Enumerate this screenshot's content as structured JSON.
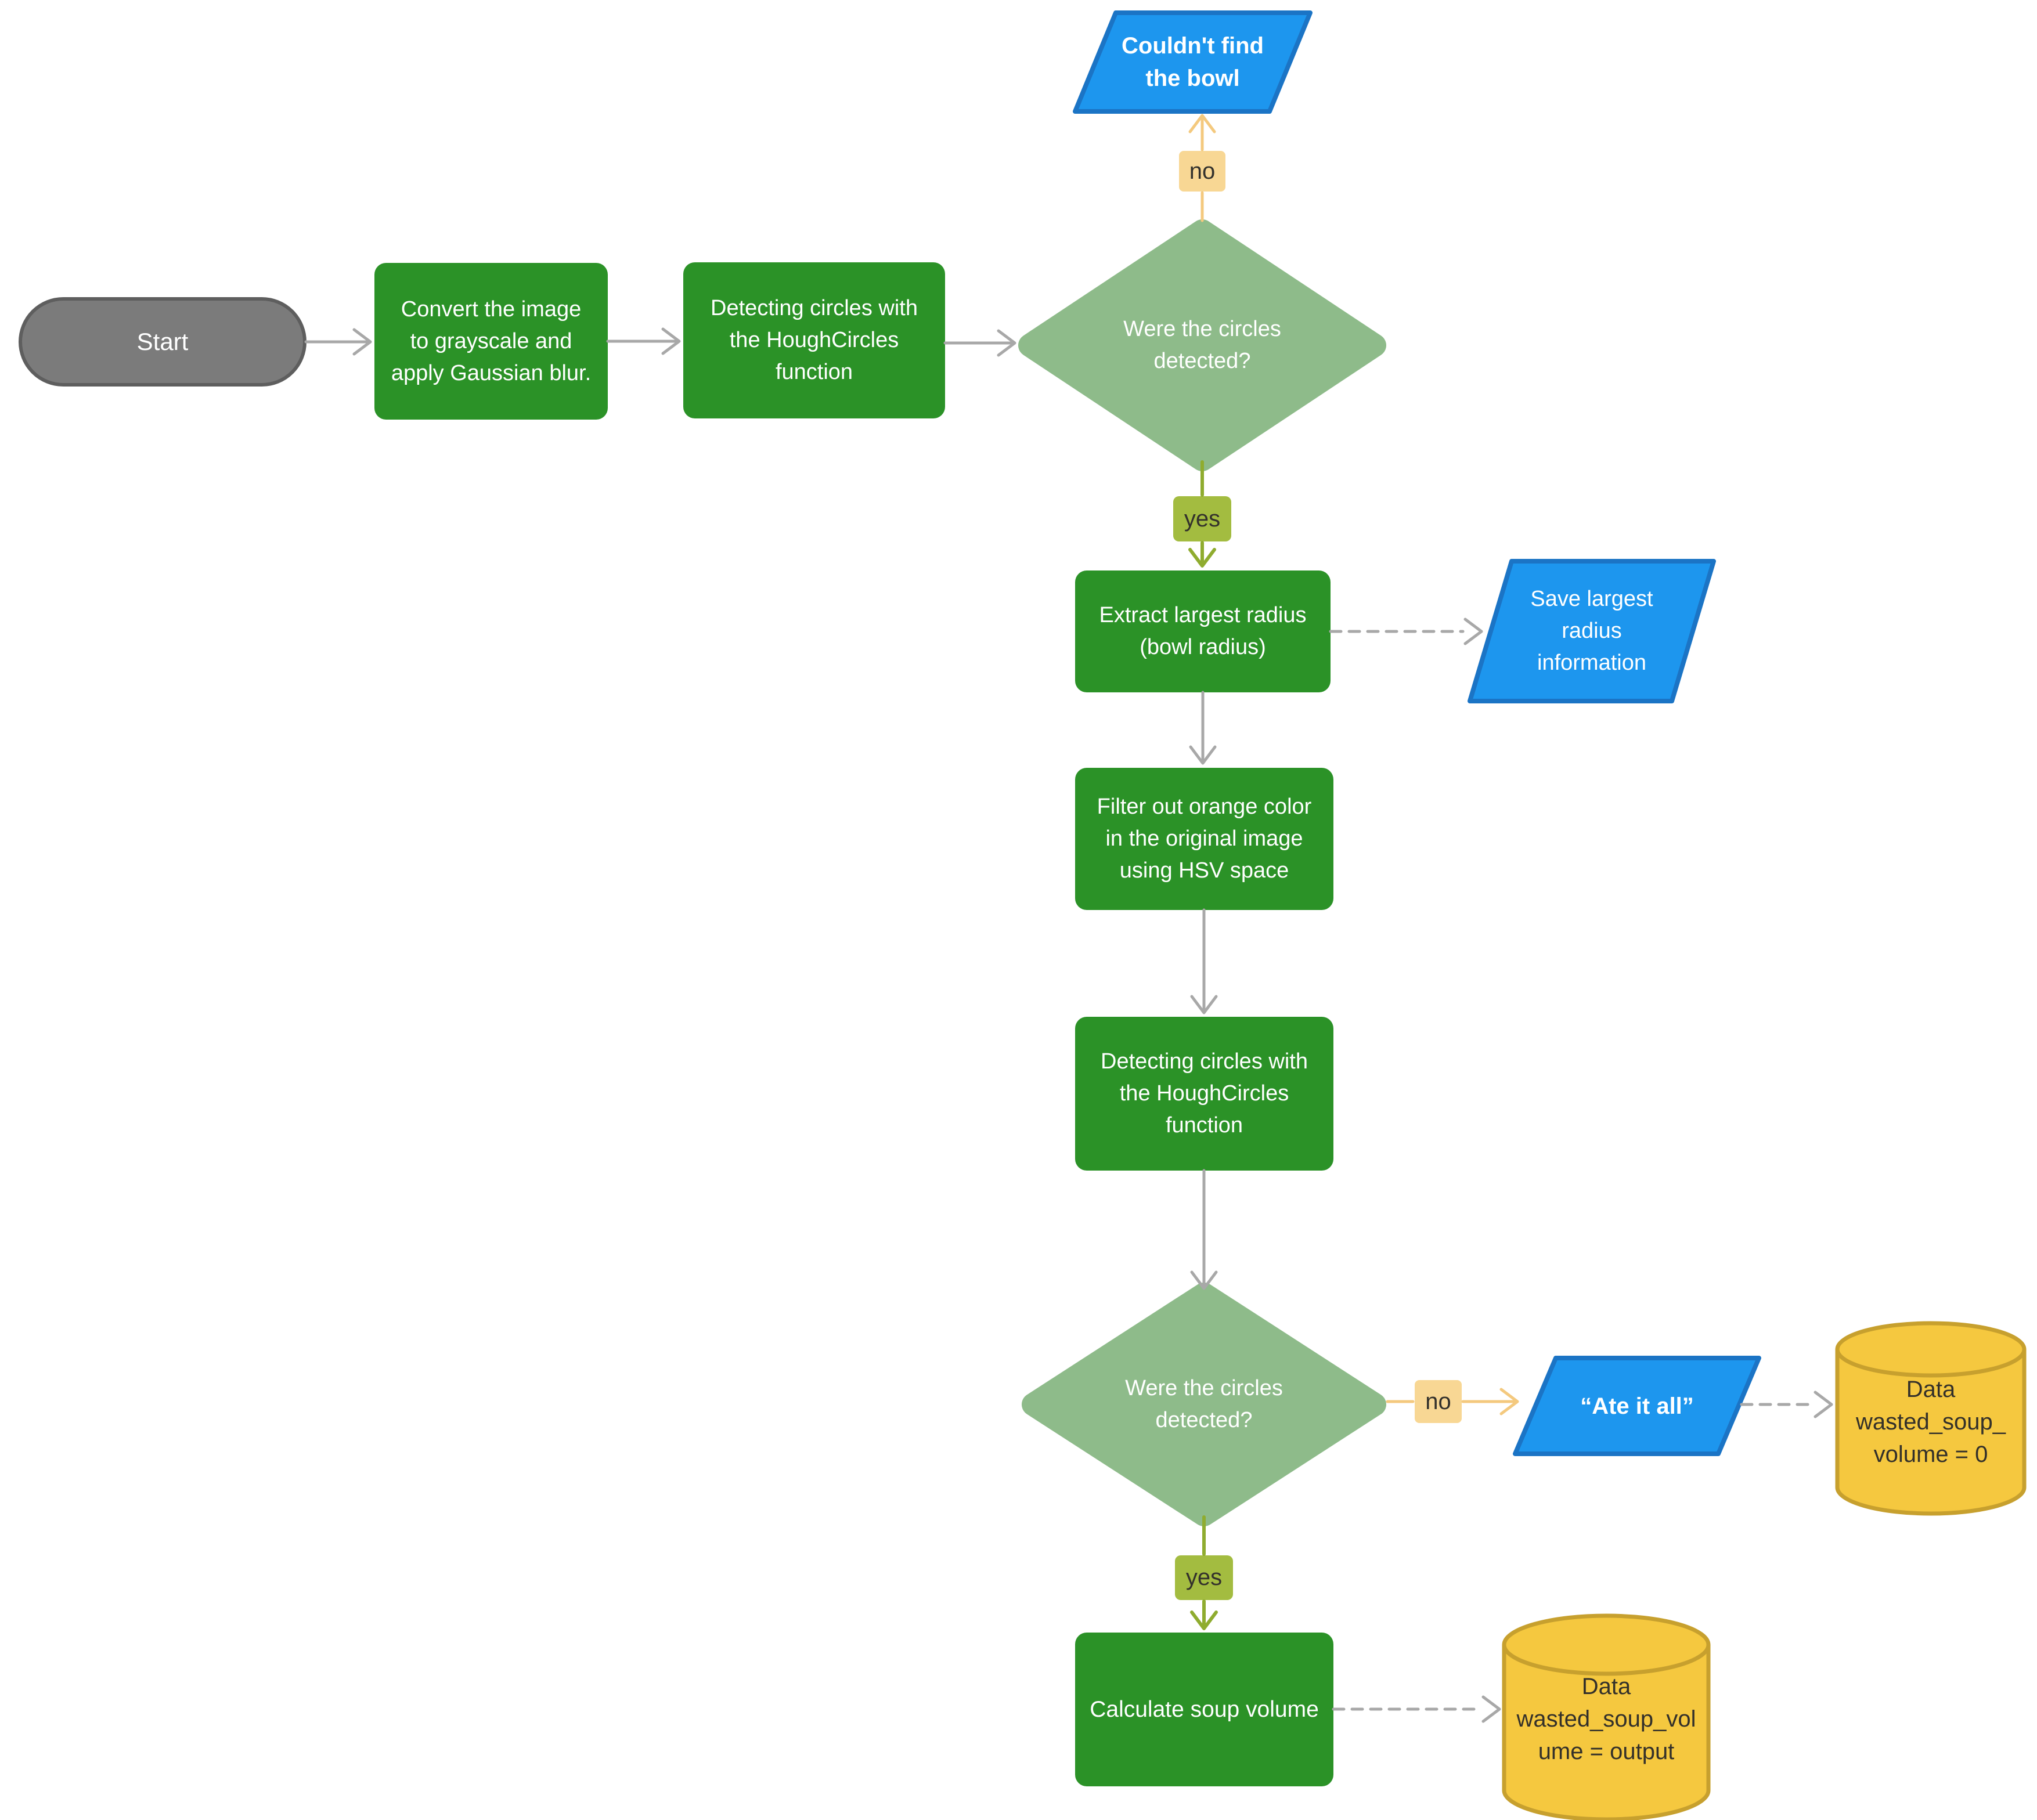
{
  "flowchart": {
    "title_hint": "Soup bowl detection and wasted soup volume flowchart",
    "start": {
      "label": "Start"
    },
    "step_grayscale": {
      "line1": "Convert the image",
      "line2": "to grayscale and",
      "line3": "apply Gaussian blur."
    },
    "step_hough1": {
      "line1": "Detecting circles with",
      "line2": "the HoughCircles",
      "line3": "function"
    },
    "decision1": {
      "line1": "Were the circles",
      "line2": "detected?"
    },
    "edge_no1": "no",
    "edge_yes1": "yes",
    "output_not_found": {
      "line1": "Couldn't find",
      "line2": "the bowl"
    },
    "step_extract": {
      "line1": "Extract largest radius",
      "line2": "(bowl radius)"
    },
    "output_save_radius": {
      "line1": "Save largest",
      "line2": "radius",
      "line3": "information"
    },
    "step_filter": {
      "line1": "Filter out orange color",
      "line2": "in the original image",
      "line3": "using HSV space"
    },
    "step_hough2": {
      "line1": "Detecting circles with",
      "line2": "the HoughCircles",
      "line3": "function"
    },
    "decision2": {
      "line1": "Were the circles",
      "line2": "detected?"
    },
    "edge_no2": "no",
    "edge_yes2": "yes",
    "output_ate_it_all": "“Ate it all”",
    "step_calculate": "Calculate soup volume",
    "data_zero": {
      "line1": "Data",
      "line2": "wasted_soup_",
      "line3": "volume = 0"
    },
    "data_output": {
      "line1": "Data",
      "line2": "wasted_soup_vol",
      "line3": "ume = output"
    }
  },
  "colors": {
    "process_green": "#2B9227",
    "decision_green": "#8EBB8A",
    "io_blue": "#1D96EE",
    "io_blue_border": "#1B74C5",
    "data_yellow": "#F5C83F",
    "data_yellow_border": "#C7A02E",
    "terminator_gray": "#7B7B7B",
    "terminator_gray_border": "#5E5E5E",
    "no_label_bg": "#F8D794",
    "yes_label_bg": "#A3BC40",
    "arrow_gray": "#A8A8A8",
    "arrow_orange": "#F4C97E",
    "arrow_olive": "#8FAC2F",
    "background": "#FFFFFF"
  }
}
